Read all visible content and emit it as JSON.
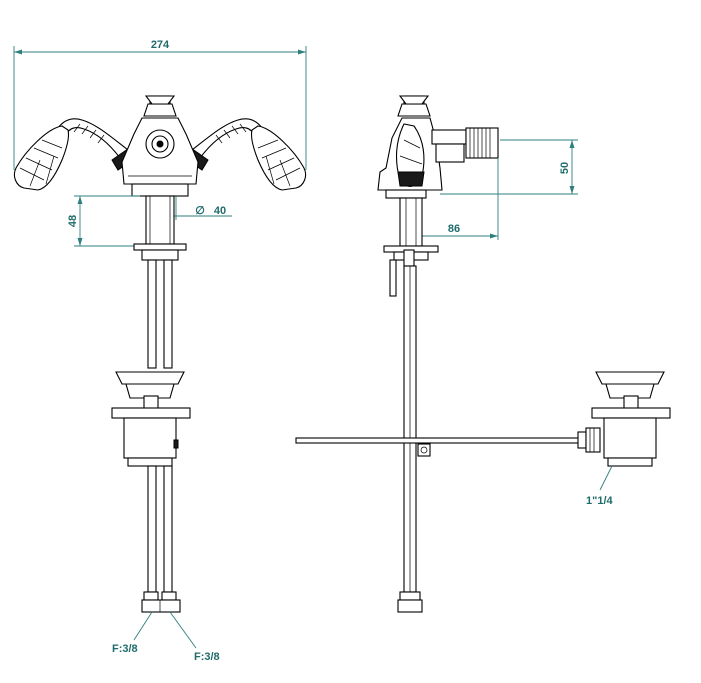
{
  "dimensions": {
    "overall_width": "274",
    "hole_diameter_symbol": "∅",
    "hole_diameter": "40",
    "deck_thickness": "48",
    "spout_height": "50",
    "spout_reach": "86",
    "waste_size": "1\"1/4",
    "hose_left": "F:3/8",
    "hose_right": "F:3/8"
  },
  "colors": {
    "dimension": "#2f7f7f",
    "line": "#000000"
  }
}
